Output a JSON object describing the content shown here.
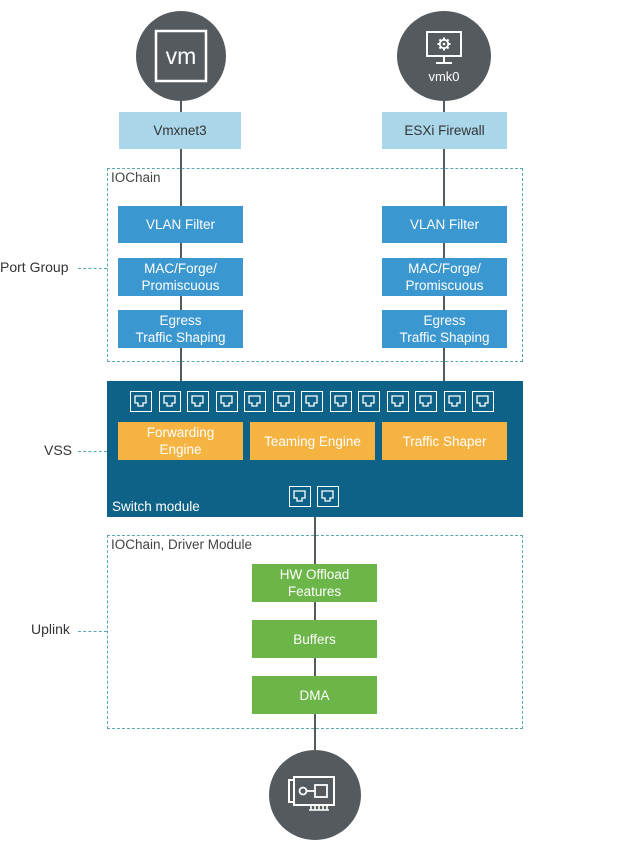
{
  "endpoints": {
    "vm": {
      "label": "vm",
      "icon": "vm-icon"
    },
    "vmk": {
      "label": "vmk0",
      "icon": "monitor-gear-icon"
    },
    "nic": {
      "icon": "network-card-icon"
    }
  },
  "left_column": {
    "adapter": "Vmxnet3",
    "vlan": "VLAN Filter",
    "mac": "MAC/Forge/\nPromiscuous",
    "egress": "Egress\nTraffic Shaping"
  },
  "right_column": {
    "adapter": "ESXi Firewall",
    "vlan": "VLAN Filter",
    "mac": "MAC/Forge/\nPromiscuous",
    "egress": "Egress\nTraffic Shaping"
  },
  "regions": {
    "iochain": "IOChain",
    "switch_module": "Switch module",
    "driver_module": "IOChain, Driver Module"
  },
  "side_labels": {
    "port_group": "Port Group",
    "vss": "VSS",
    "uplink": "Uplink"
  },
  "engines": {
    "forwarding": "Forwarding\nEngine",
    "teaming": "Teaming Engine",
    "traffic_shaper": "Traffic Shaper"
  },
  "uplink_stack": {
    "hw_offload": "HW Offload\nFeatures",
    "buffers": "Buffers",
    "dma": "DMA"
  },
  "colors": {
    "adapter": "#a9d6e9",
    "filter": "#3b97d0",
    "engine": "#f5b342",
    "uplink": "#6cb548",
    "switch": "#0e6287",
    "endpoint": "#555a5e"
  },
  "switch_ports": {
    "top_count": 13,
    "bottom_count": 2
  }
}
